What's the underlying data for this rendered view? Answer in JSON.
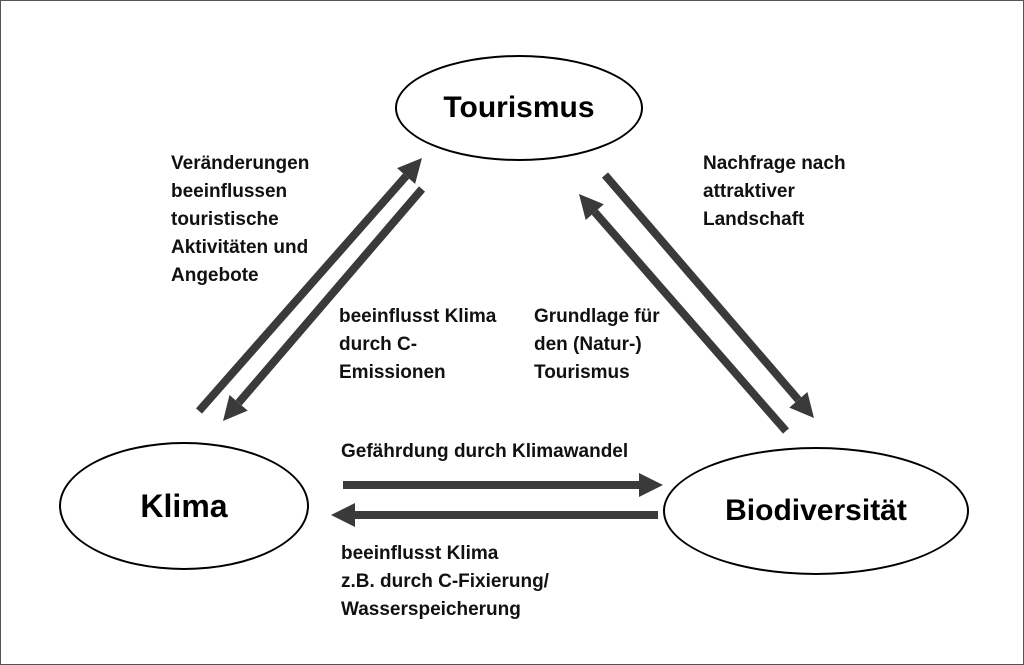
{
  "nodes": {
    "tourismus": "Tourismus",
    "klima": "Klima",
    "biodiversitaet": "Biodiversität"
  },
  "edges": {
    "klima_to_tourismus": "Veränderungen\nbeeinflussen\ntouristische\nAktivitäten und\nAngebote",
    "tourismus_to_klima": "beeinflusst Klima\ndurch C-\nEmissionen",
    "tourismus_to_biodiversitaet": "Nachfrage nach\nattraktiver\nLandschaft",
    "biodiversitaet_to_tourismus": "Grundlage für\nden (Natur-)\nTourismus",
    "klima_to_biodiversitaet": "Gefährdung durch Klimawandel",
    "biodiversitaet_to_klima": "beeinflusst Klima\nz.B. durch C-Fixierung/\nWasserspeicherung"
  },
  "colors": {
    "arrow": "#3a3a3a",
    "outline": "#000000",
    "background": "#ffffff"
  }
}
